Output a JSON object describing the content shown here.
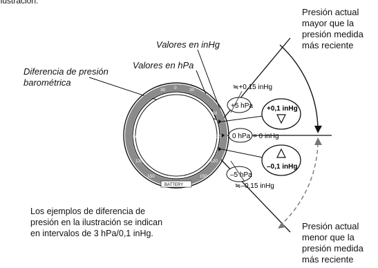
{
  "top_fragment": "ilustración.",
  "pressure_higher": "Presión actual mayor que la presión medida más reciente",
  "pressure_lower": "Presión actual menor que la presión medida más reciente",
  "label_inhg": "Valores en inHg",
  "label_hpa": "Valores en hPa",
  "label_diff_line1": "Diferencia de presión",
  "label_diff_line2": "barométrica",
  "note": "Los ejemplos de diferencia de presión en la ilustración se indican en intervalos de 3 hPa/0,1 inHg.",
  "callouts": {
    "plus5hpa": "+5 hPa",
    "plus015inhg": "≒+0,15 inHg",
    "plus01inhg": "+0,1 inHg",
    "zerohpa": "0 hPa",
    "zeroinhg": "= 0 inHg",
    "minus01inhg": "–0,1 inHg",
    "minus5hpa": "–5 hPa",
    "minus015inhg": "≒–0,15 inHg"
  },
  "dial": {
    "top_marks": [
      "30",
      "0",
      "30"
    ],
    "left_marks": [
      "60",
      "90",
      "120",
      "150"
    ],
    "right_marks": [
      "60",
      "90",
      "120"
    ],
    "bottom_marks": [
      "150"
    ],
    "battery_label": "BATTERY"
  }
}
